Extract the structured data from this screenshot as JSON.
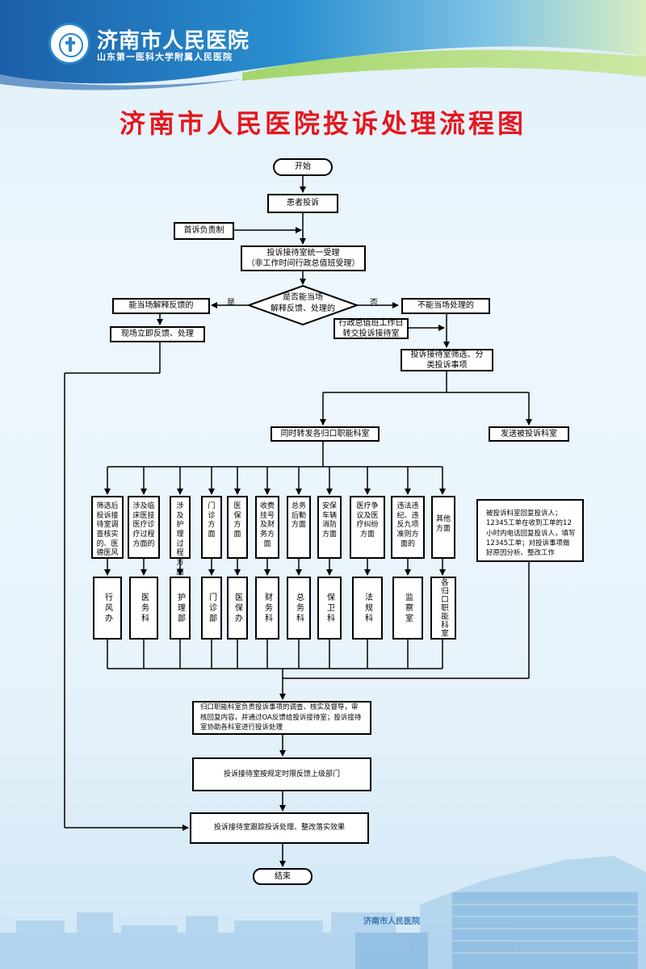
{
  "header": {
    "hospital_name": "济南市人民医院",
    "hospital_subtitle": "山东第一医科大学附属人民医院"
  },
  "title": "济南市人民医院投诉处理流程图",
  "flow": {
    "start": "开始",
    "patient_complaint": "患者投诉",
    "first_responsibility": "首诉负责制",
    "unified_acceptance": "投诉接待室统一受理\n（非工作时间行政总值班受理）",
    "decision": "是否能当场\n解释反馈、处理的",
    "yes_label": "是",
    "no_label": "否",
    "can_explain": "能当场解释反馈的",
    "immediate_feedback": "现场立即反馈、处理",
    "cannot_handle": "不能当场处理的",
    "admin_transfer": "行政总值班工作日\n转交投诉接待室",
    "screen_classify": "投诉接待室筛选、分\n类投诉事项",
    "forward_departments": "同时转发各归口职能科室",
    "send_department": "发送被投诉科室",
    "department_reply": "被投诉科室回复投诉人；12345工单在收到工单的12小时内电话回复投诉人，填写12345工单；对投诉事项做好原因分析、整改工作",
    "categories": [
      "筛选后投诉接待室调查核实的、医德医风",
      "涉及临床医技医疗诊疗过程方面的",
      "涉及护理过程方面的",
      "门诊方面",
      "医保方面",
      "收费挂号及财务方面",
      "总务后勤方面",
      "安保车辆消防方面",
      "医疗争议及医疗纠纷方面",
      "违法违纪、违反九项准则方面的",
      "其他方面"
    ],
    "departments": [
      "行风办",
      "医务科",
      "护理部",
      "门诊部",
      "医保办",
      "财务科",
      "总务科",
      "保卫科",
      "法规科",
      "监察室",
      "各归口职能科室"
    ],
    "investigation": "归口职能科室负责投诉事项的调查、核实及督导，审核回复内容，并通过OA反馈给投诉接待室；投诉接待室协助各科室进行投诉处理",
    "report_superior": "投诉接待室按规定时限反馈上级部门",
    "follow_up": "投诉接待室跟踪投诉处理、整改落实效果",
    "end": "结束"
  },
  "building_sign": "济南市人民医院",
  "colors": {
    "title_red": "#e5171f",
    "header_blue": "#1d6fb5",
    "header_green": "#8cc63f"
  }
}
